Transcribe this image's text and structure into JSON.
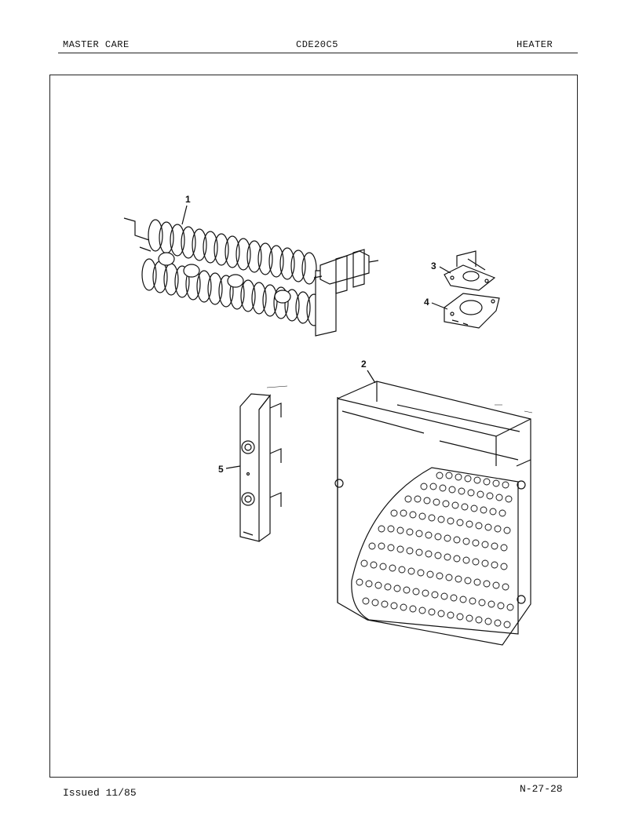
{
  "header": {
    "left": "MASTER CARE",
    "center": "CDE20C5",
    "right": "HEATER"
  },
  "callouts": [
    "1",
    "2",
    "3",
    "4",
    "5"
  ],
  "footer": {
    "issued": "Issued 11/85",
    "page_code": "N-27-28"
  }
}
